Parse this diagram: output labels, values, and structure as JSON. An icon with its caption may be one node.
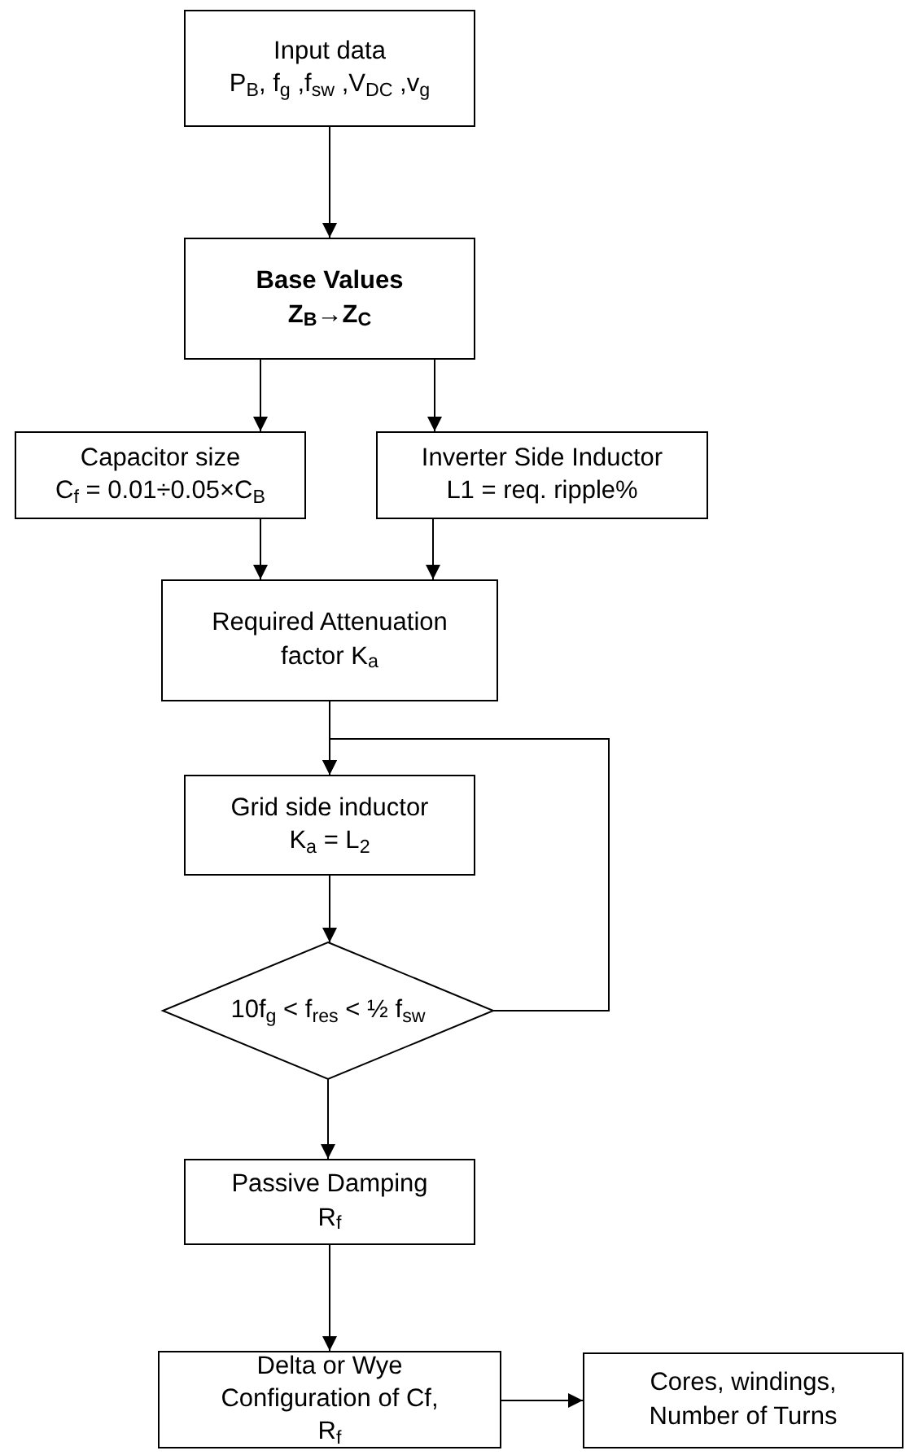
{
  "diagram": {
    "nodes": [
      {
        "text": [
          "Input data",
          "P$_{B}$, f$_{g}$ ,f$_{sw}$ ,V$_{DC}$ ,v$_{g}$"
        ]
      },
      {
        "text": [
          "Base Values",
          "Z$_{B}$→Z$_{C}$"
        ]
      },
      {
        "text": [
          "Capacitor size",
          "C$_{f}$ = 0.01÷0.05×C$_{B}$"
        ]
      },
      {
        "text": [
          "Inverter Side Inductor",
          "L1 = req. ripple%"
        ]
      },
      {
        "text": [
          "Required Attenuation factor K$_{a}$"
        ]
      },
      {
        "text": [
          "Grid side inductor",
          "K$_{a}$ = L$_{2}$"
        ]
      },
      {
        "text": [
          "10f$_{g}$ < f$_{res}$ < ½ f$_{sw}$"
        ]
      },
      {
        "text": [
          "Passive Damping",
          "R$_{f}$"
        ]
      },
      {
        "text": [
          "Delta or Wye Configuration of Cf, R$_{f}$"
        ]
      },
      {
        "text": [
          "Cores, windings, Number of Turns"
        ]
      }
    ],
    "edges": [
      {
        "from": 0,
        "to": 1,
        "arrow": "to"
      },
      {
        "from": 1,
        "to": 2,
        "arrow": "to"
      },
      {
        "from": 1,
        "to": 3,
        "arrow": "to"
      },
      {
        "from": 2,
        "to": 4,
        "arrow": "to"
      },
      {
        "from": 3,
        "to": 4,
        "arrow": "to"
      },
      {
        "from": 4,
        "to": 5,
        "arrow": "to"
      },
      {
        "from": 6,
        "to": 5,
        "arrow": "to"
      },
      {
        "from": 5,
        "to": 6,
        "arrow": "to"
      },
      {
        "from": 6,
        "to": 7,
        "arrow": "to"
      },
      {
        "from": 7,
        "to": 8,
        "arrow": "to"
      },
      {
        "from": 8,
        "to": 9,
        "arrow": "to"
      }
    ]
  }
}
